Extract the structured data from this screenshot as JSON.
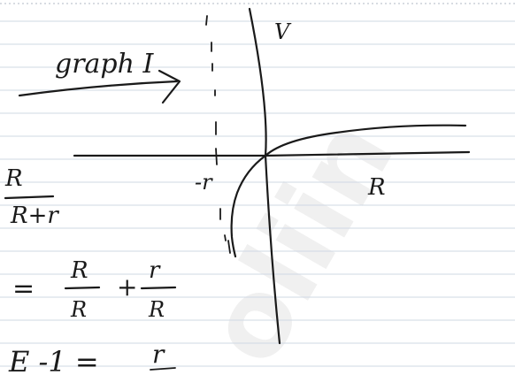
{
  "colors": {
    "paper": "#ffffff",
    "rule": "#cfd8e3",
    "ink": "#1a1a1a"
  },
  "notes": {
    "graph_label": "graph I",
    "y_axis_label": "V",
    "x_axis_label": "R",
    "asymptote_label": "-r",
    "expr_num": "R",
    "expr_den": "R+r",
    "eq1_sign": "=",
    "eq1_t1_num": "R",
    "eq1_t1_den": "R",
    "eq1_plus": "+",
    "eq1_t2_num": "r",
    "eq1_t2_den": "R",
    "eq2_left": "E -1 =",
    "eq2_right": "r"
  }
}
